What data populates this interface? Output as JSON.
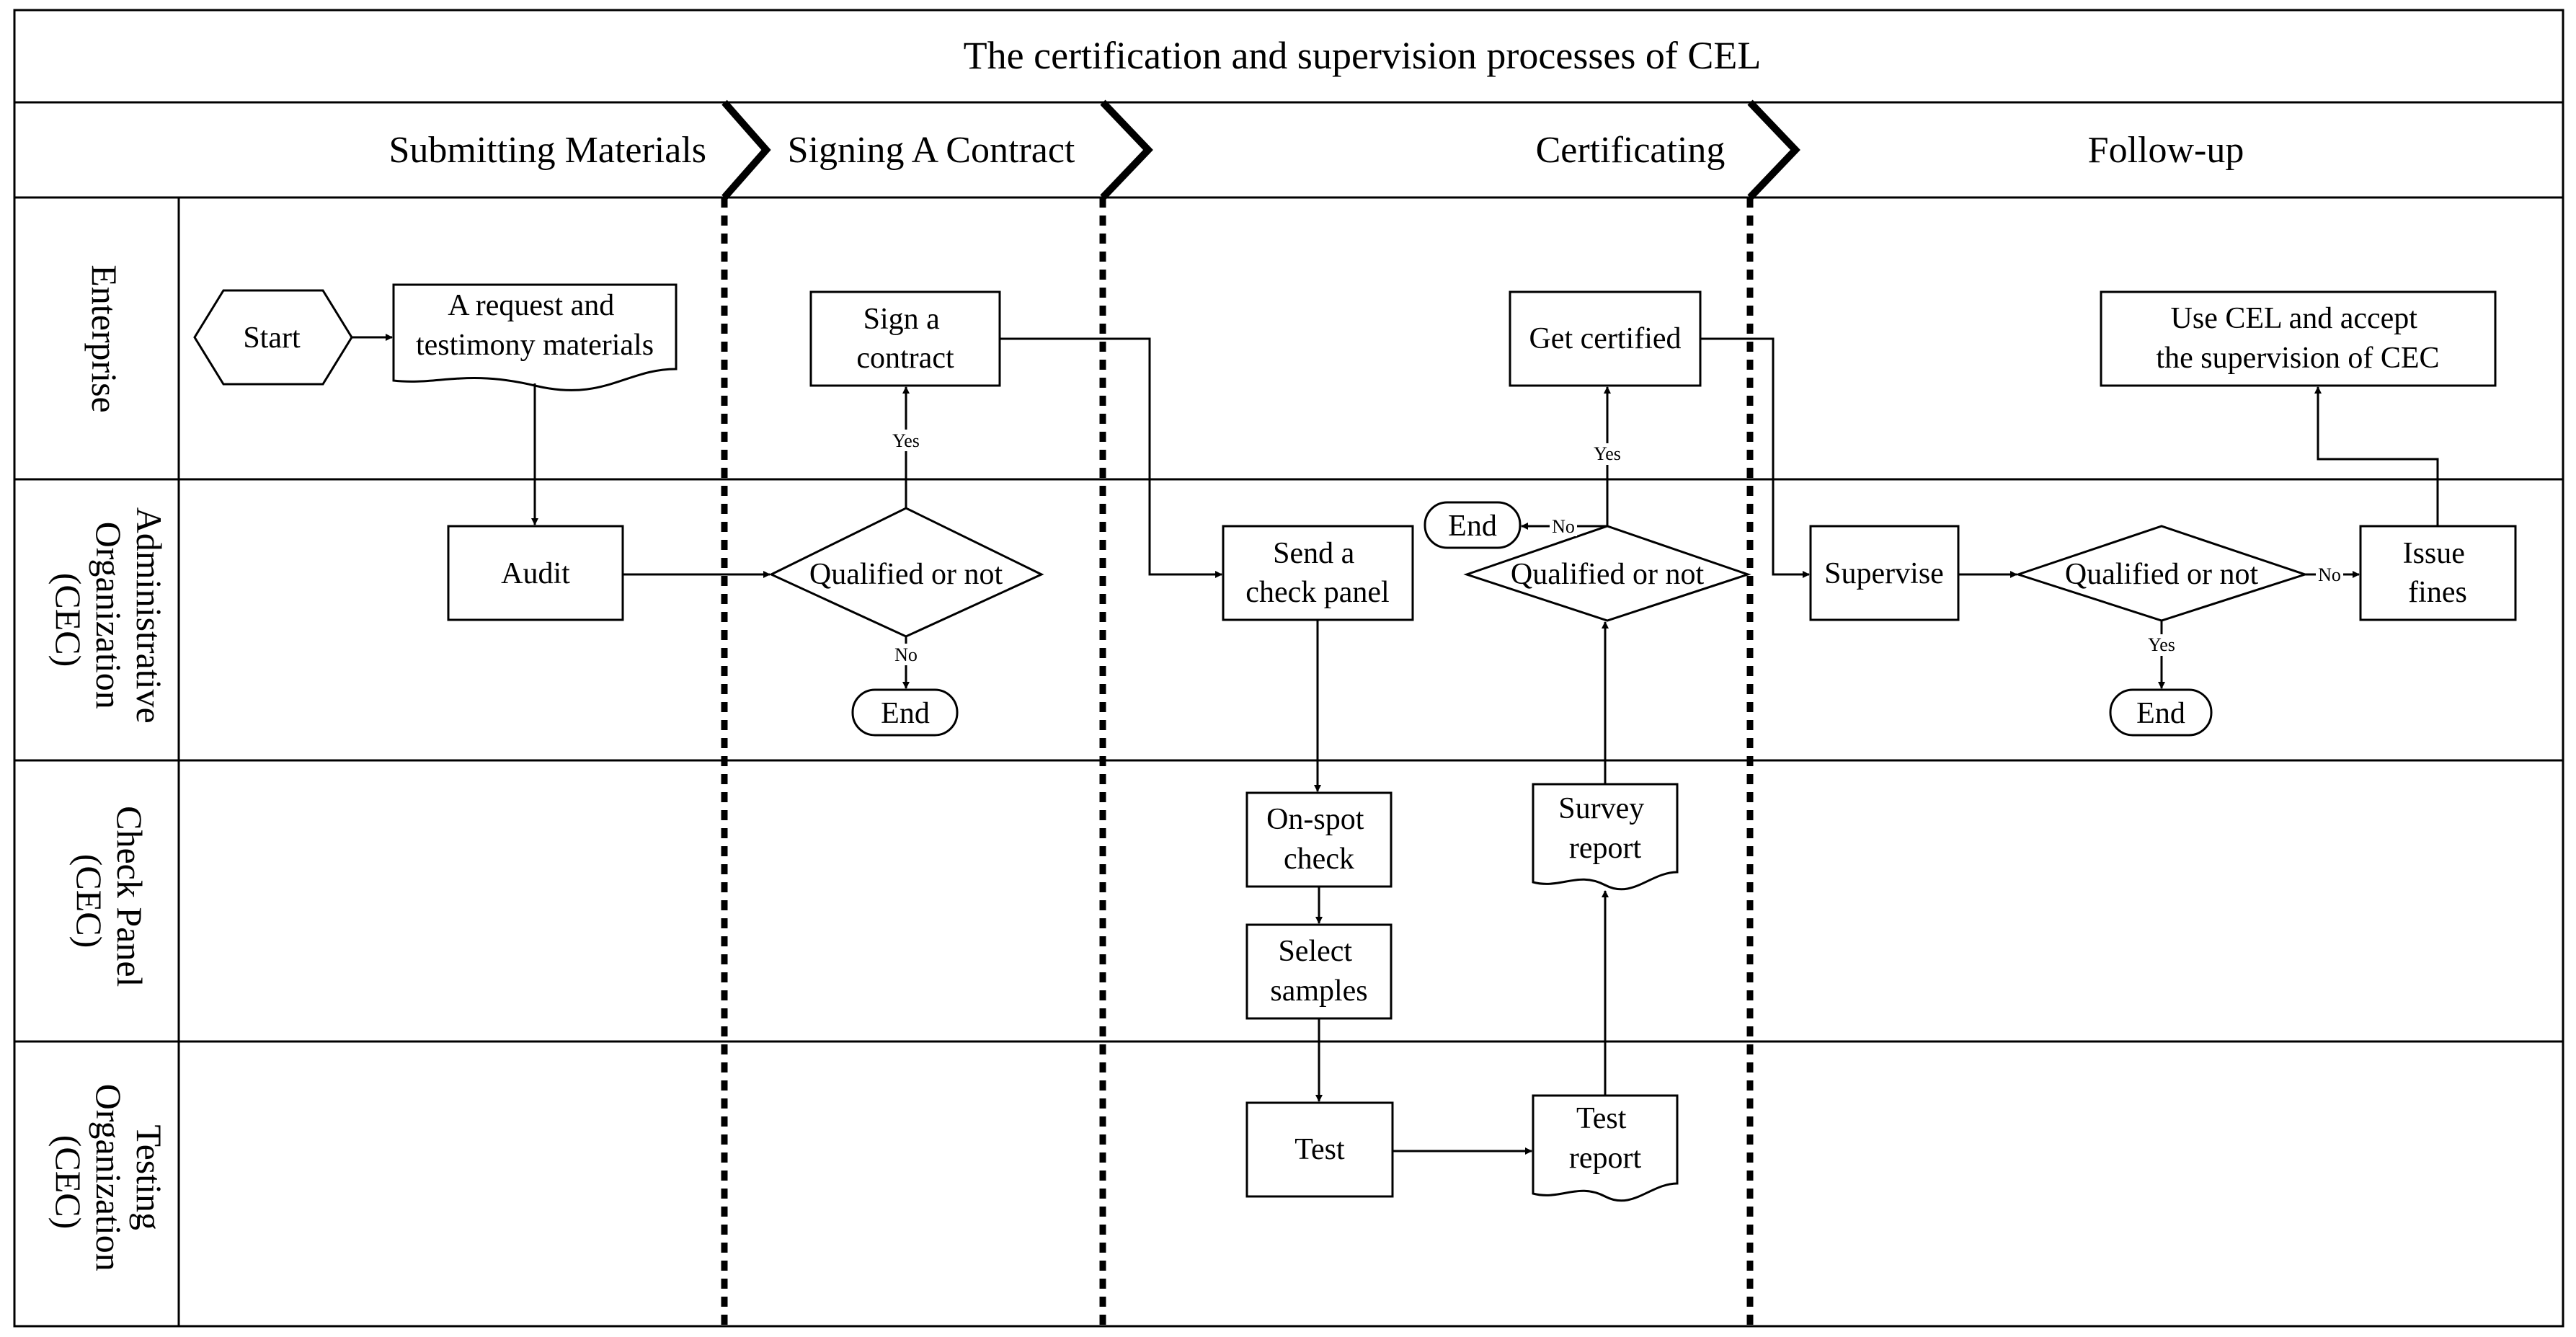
{
  "title": "The certification and supervision processes of CEL",
  "phases": [
    "Submitting Materials",
    "Signing A Contract",
    "Certificating",
    "Follow-up"
  ],
  "lanes": [
    [
      "Enterprise"
    ],
    [
      "Administrative",
      "Organization",
      "(CEC)"
    ],
    [
      "Check Panel",
      "(CEC)"
    ],
    [
      "Testing",
      "Organization",
      "(CEC)"
    ]
  ],
  "nodes": {
    "start": [
      "Start"
    ],
    "request": [
      "A request and",
      "testimony materials"
    ],
    "audit": [
      "Audit"
    ],
    "qualified1": [
      "Qualified or not"
    ],
    "end1": [
      "End"
    ],
    "sign": [
      "Sign a",
      "contract"
    ],
    "send_panel": [
      "Send  a",
      "check panel"
    ],
    "onspot": [
      "On-spot",
      "check"
    ],
    "select": [
      "Select",
      "samples"
    ],
    "test": [
      "Test"
    ],
    "test_report": [
      "Test",
      "report"
    ],
    "survey": [
      "Survey",
      "report"
    ],
    "qualified2": [
      "Qualified or not"
    ],
    "end2": [
      "End"
    ],
    "certified": [
      "Get certified"
    ],
    "supervise": [
      "Supervise"
    ],
    "qualified3": [
      "Qualified or not"
    ],
    "fines": [
      "Issue",
      "fines"
    ],
    "end3": [
      "End"
    ],
    "use_cel": [
      "Use CEL and accept",
      "the supervision of CEC"
    ]
  },
  "edge_labels": {
    "q1_yes": "Yes",
    "q1_no": "No",
    "q2_yes": "Yes",
    "q2_no": "No",
    "q3_yes": "Yes",
    "q3_no": "No"
  }
}
